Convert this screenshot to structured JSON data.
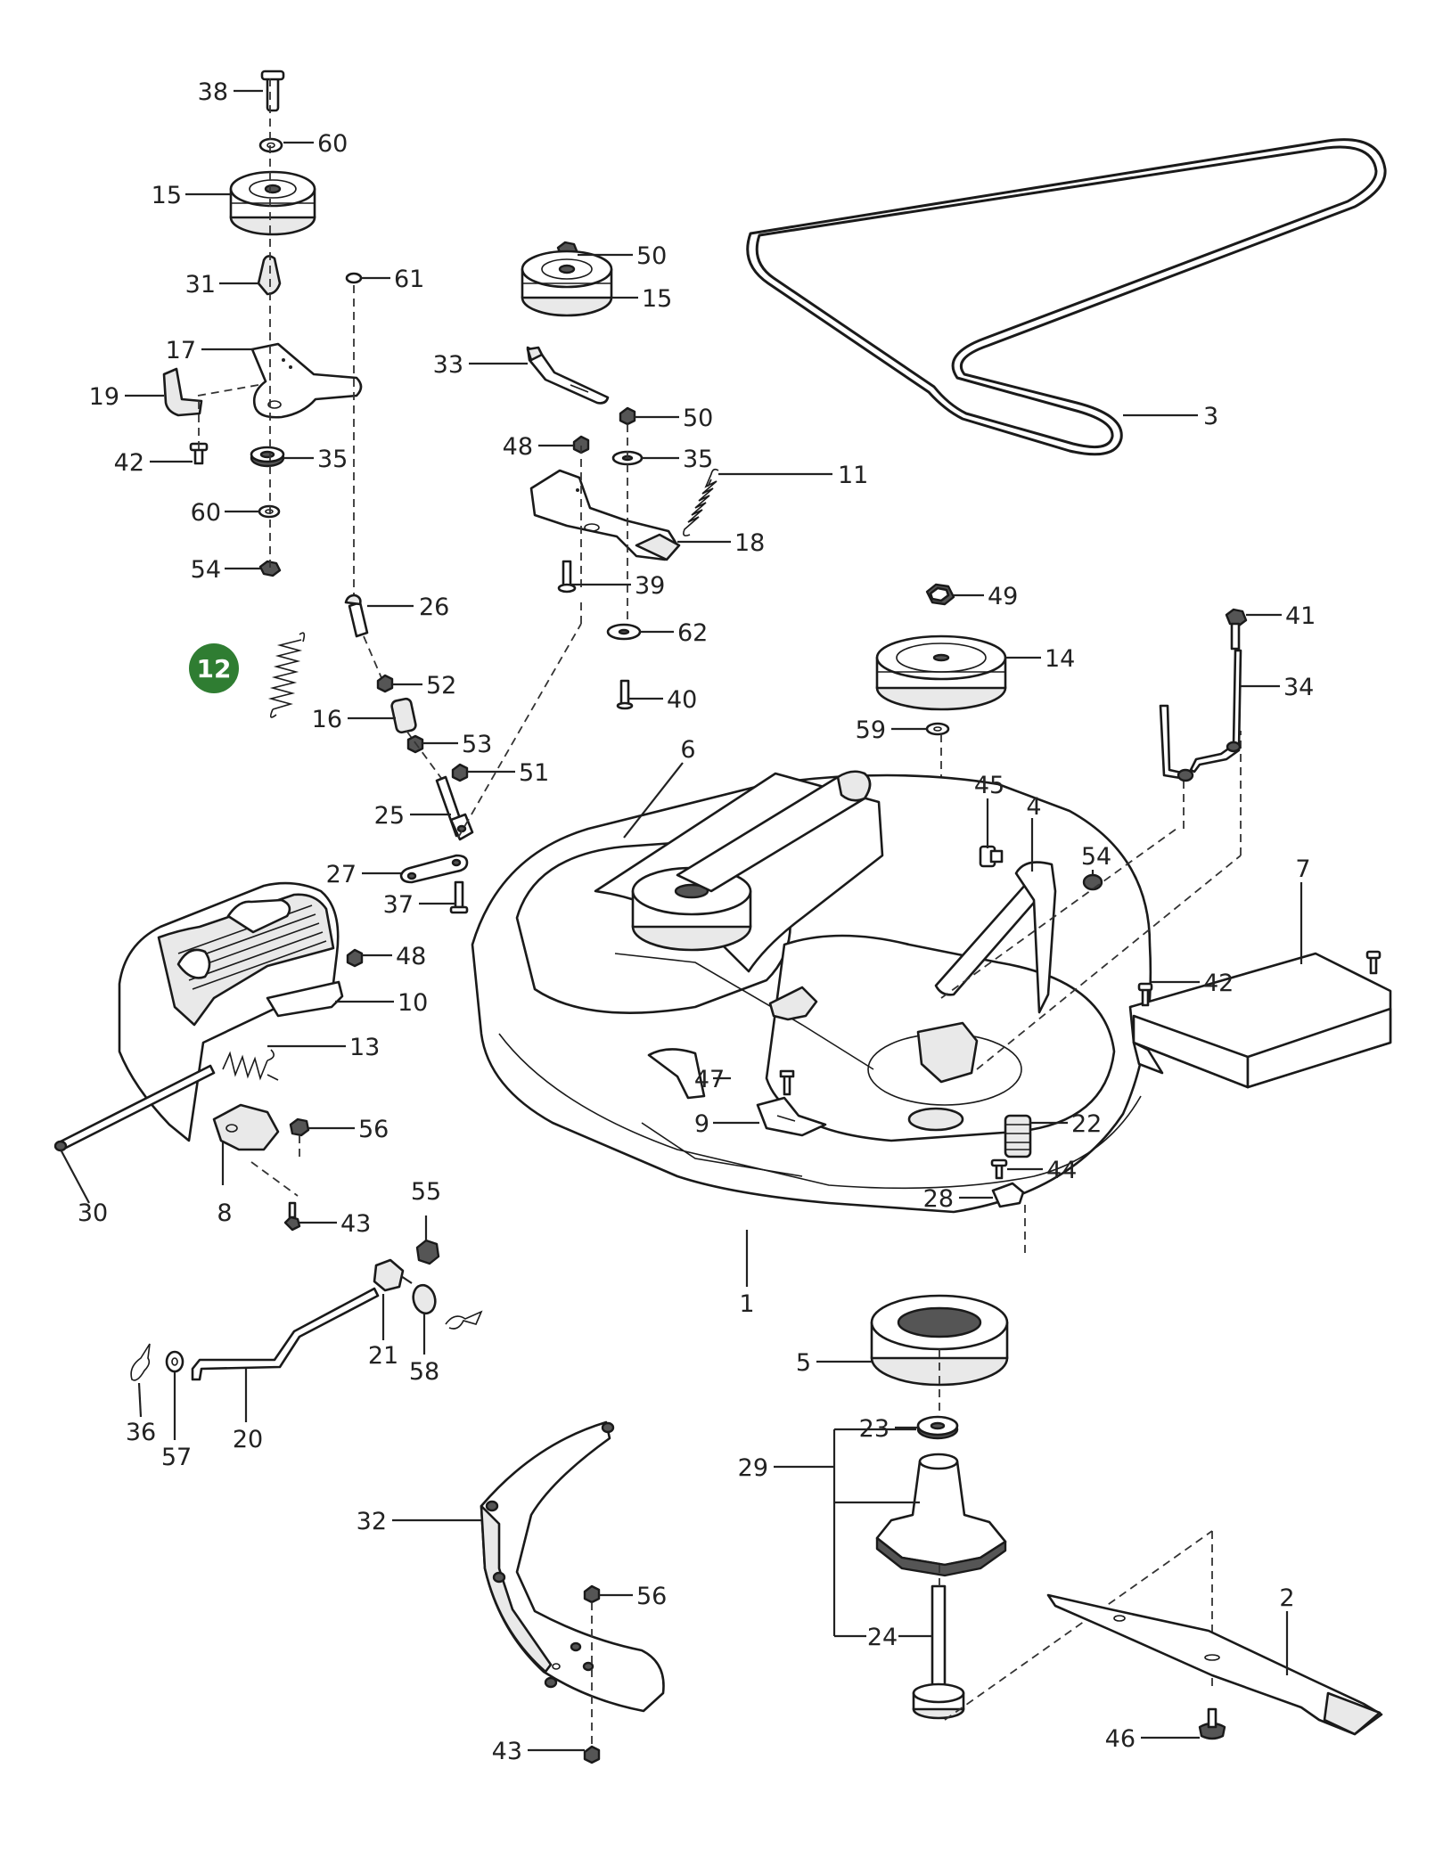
{
  "diagram": {
    "highlight": {
      "number": "12",
      "color": "#2f7d32",
      "text_color": "#ffffff"
    },
    "callouts": [
      "38",
      "60",
      "15",
      "31",
      "61",
      "17",
      "19",
      "42",
      "35",
      "60",
      "54",
      "26",
      "52",
      "16",
      "53",
      "51",
      "25",
      "27",
      "37",
      "50",
      "15",
      "33",
      "50",
      "48",
      "35",
      "11",
      "18",
      "39",
      "62",
      "40",
      "3",
      "49",
      "14",
      "59",
      "41",
      "34",
      "6",
      "45",
      "4",
      "54",
      "7",
      "42",
      "48",
      "10",
      "13",
      "30",
      "8",
      "56",
      "43",
      "47",
      "9",
      "22",
      "44",
      "28",
      "1",
      "55",
      "21",
      "58",
      "36",
      "57",
      "20",
      "5",
      "23",
      "29",
      "24",
      "2",
      "46",
      "32",
      "56",
      "43"
    ]
  }
}
